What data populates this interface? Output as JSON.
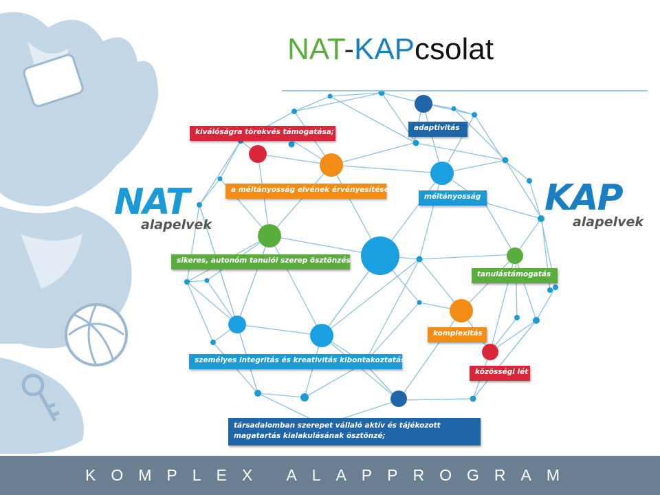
{
  "title": {
    "part1": "NAT",
    "separator": "-",
    "part2": "KAP",
    "part3": "csolat"
  },
  "colors": {
    "nat_green": "#58ad3d",
    "kap_blue": "#1a7ec2",
    "footer": "#6b7f92",
    "red": "#d9263a",
    "orange": "#f28c15",
    "green": "#58ad3d",
    "blue": "#1c9ad6",
    "navy": "#1e66a8"
  },
  "nat_logo": {
    "word": "NAT",
    "subtitle": "alapelvek"
  },
  "kap_logo": {
    "word": "KAP",
    "subtitle": "alapelvek"
  },
  "nat_principles": [
    "kiválóságra törekvés támogatása;",
    "a méltányosság elvének érvényesítése;",
    "sikeres, autonóm tanulói szerep ösztönzése;",
    "személyes integritás és kreativitás kibontakoztatása;",
    "társadalomban szerepet vállaló aktív és tájékozott magatartás kialakulásának ösztönzé;"
  ],
  "kap_principles": [
    "adaptivitás",
    "méltányosság",
    "tanulástámogatás",
    "komplexitás",
    "közösségi lét"
  ],
  "footer": {
    "text": "KOMPLEX ALAPPROGRAM"
  },
  "decorations": [
    "hand-silhouette",
    "tablet-icon",
    "volleyball-icon",
    "key-icon"
  ]
}
